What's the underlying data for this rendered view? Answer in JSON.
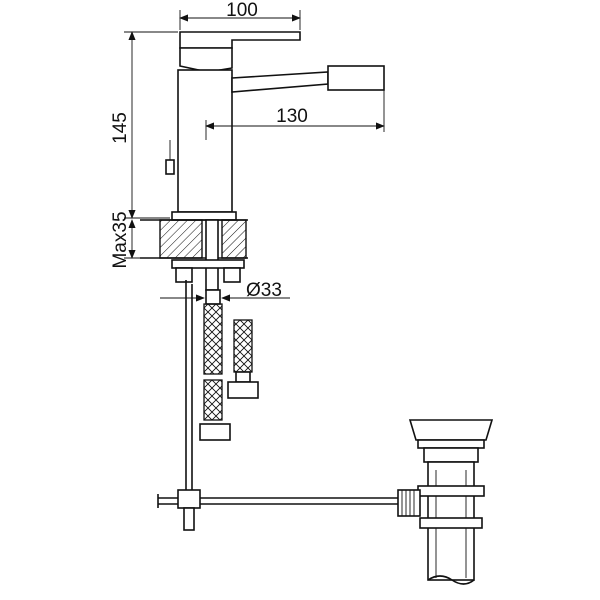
{
  "dimensions": {
    "width_top": "100",
    "spout_reach": "130",
    "height": "145",
    "max_deck": "Max35",
    "hole_diameter": "Ø33"
  }
}
